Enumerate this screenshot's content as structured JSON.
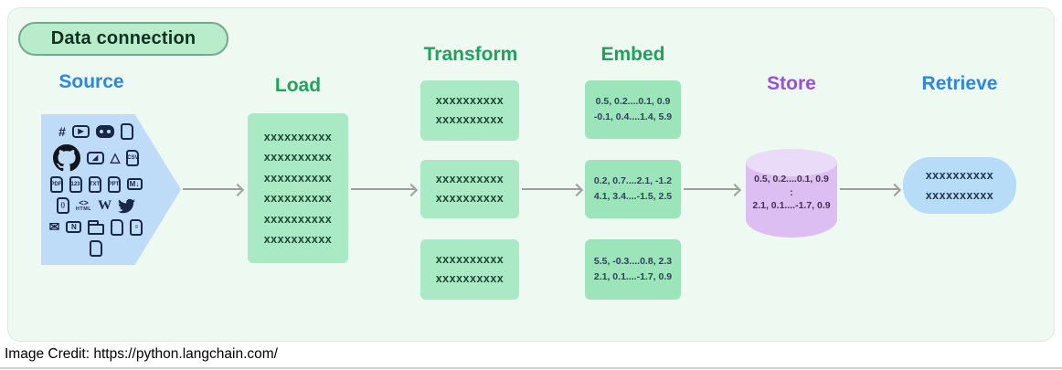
{
  "badge": {
    "label": "Data connection"
  },
  "credit_text": "Image Credit: https://python.langchain.com/",
  "colors": {
    "panel_bg": "#edf9f1",
    "panel_border": "#dcebe0",
    "badge_bg": "#b9ecca",
    "badge_border": "#74a98c",
    "blue_title": "#2b87e3",
    "green_title": "#1fa35c",
    "purple_title": "#9b4fe0",
    "source_shape_bg": "#bedcf8",
    "load_box_bg": "#a9e9c4",
    "embed_box_bg": "#9ce5ba",
    "store_body": "#dcbef3",
    "store_top": "#eadcf8",
    "retrieve_box_bg": "#b7dcf7",
    "arrow": "#9e9e9e"
  },
  "stages": {
    "source": {
      "title": "Source",
      "icons": [
        {
          "name": "slack-icon",
          "glyph": "#",
          "style": "plain"
        },
        {
          "name": "youtube-icon",
          "glyph": "▶",
          "style": "box"
        },
        {
          "name": "discord-icon",
          "glyph": "",
          "style": "discord"
        },
        {
          "name": "file-icon",
          "glyph": "",
          "style": "file"
        },
        {
          "name": "github-icon",
          "glyph": "",
          "style": "github"
        },
        {
          "name": "image-file-icon",
          "glyph": "◢",
          "style": "box"
        },
        {
          "name": "google-drive-icon",
          "glyph": "△",
          "style": "plain"
        },
        {
          "name": "csv-file-icon",
          "glyph": "CSV",
          "style": "file"
        },
        {
          "name": "pdf-file-icon",
          "glyph": "PDF",
          "style": "file"
        },
        {
          "name": "spreadsheet-file-icon",
          "glyph": "123",
          "style": "file"
        },
        {
          "name": "txt-file-icon",
          "glyph": "TXT",
          "style": "file"
        },
        {
          "name": "ppt-file-icon",
          "glyph": "PPT",
          "style": "file"
        },
        {
          "name": "markdown-icon",
          "glyph": "M↓",
          "style": "badge"
        },
        {
          "name": "code-file-icon",
          "glyph": "{}",
          "style": "file"
        },
        {
          "name": "html-icon",
          "glyph": "<>",
          "sub": "HTML",
          "style": "html"
        },
        {
          "name": "wikipedia-icon",
          "glyph": "W",
          "style": "wiki"
        },
        {
          "name": "twitter-icon",
          "glyph": "",
          "style": "twitter"
        },
        {
          "name": "mail-icon",
          "glyph": "✉",
          "style": "plain"
        },
        {
          "name": "notion-icon",
          "glyph": "N",
          "style": "badge"
        },
        {
          "name": "folder-icon",
          "glyph": "",
          "style": "folder"
        },
        {
          "name": "file-icon",
          "glyph": "",
          "style": "file"
        },
        {
          "name": "file-lines-icon",
          "glyph": "≡",
          "style": "file"
        },
        {
          "name": "file-icon",
          "glyph": "",
          "style": "file"
        }
      ]
    },
    "load": {
      "title": "Load",
      "lines": [
        "xxxxxxxxxx",
        "xxxxxxxxxx",
        "xxxxxxxxxx",
        "xxxxxxxxxx",
        "xxxxxxxxxx",
        "xxxxxxxxxx"
      ]
    },
    "transform": {
      "title": "Transform",
      "boxes": [
        [
          "xxxxxxxxxx",
          "xxxxxxxxxx"
        ],
        [
          "xxxxxxxxxx",
          "xxxxxxxxxx"
        ],
        [
          "xxxxxxxxxx",
          "xxxxxxxxxx"
        ]
      ]
    },
    "embed": {
      "title": "Embed",
      "boxes": [
        [
          "0.5, 0.2....0.1, 0.9",
          "-0.1, 0.4....1.4, 5.9"
        ],
        [
          "0.2, 0.7....2.1, -1.2",
          "4.1, 3.4....-1.5, 2.5"
        ],
        [
          "5.5, -0.3....0.8, 2.3",
          "2.1, 0.1....-1.7, 0.9"
        ]
      ]
    },
    "store": {
      "title": "Store",
      "lines": [
        "0.5, 0.2....0.1, 0.9",
        ":",
        "2.1, 0.1....-1.7, 0.9"
      ]
    },
    "retrieve": {
      "title": "Retrieve",
      "lines": [
        "xxxxxxxxxx",
        "xxxxxxxxxx"
      ]
    }
  }
}
